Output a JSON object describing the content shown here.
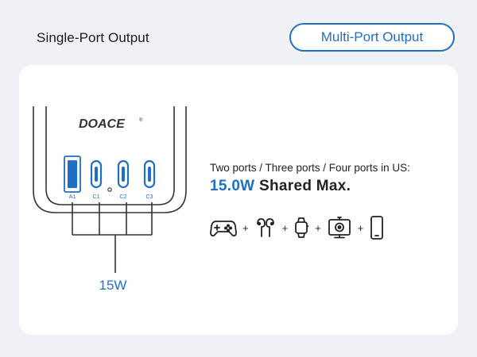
{
  "tabs": {
    "single": "Single-Port Output",
    "multi": "Multi-Port Output"
  },
  "charger": {
    "brand": "DOACE",
    "trademark": "®",
    "ports": [
      "A1",
      "C1",
      "C2",
      "C3"
    ],
    "output": "15W"
  },
  "info": {
    "headline": "Two ports / Three ports / Four ports in US:",
    "shared_watt": "15.0W",
    "shared_text": "Shared Max."
  },
  "devices": {
    "icons": [
      "game-controller-icon",
      "earbuds-icon",
      "smartwatch-icon",
      "webcam-icon",
      "smartphone-icon"
    ],
    "separator": "+"
  },
  "colors": {
    "accent": "#1f6fc4",
    "card": "#ffffff",
    "background": "#f0f1f5"
  }
}
